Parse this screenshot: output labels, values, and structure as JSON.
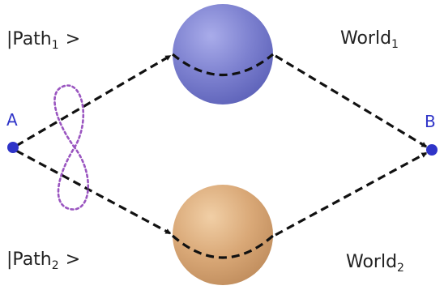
{
  "colors": {
    "point": "#2f34c8",
    "sphere_top": "#7c80cf",
    "sphere_bottom": "#d9a877",
    "loop": "#9a55c0",
    "arrow": "#111111",
    "text": "#222222"
  },
  "labels": {
    "point_a": "A",
    "point_b": "B",
    "path1": {
      "bar": "|",
      "word": "Path",
      "sub": "1",
      "angle": ">"
    },
    "path2": {
      "bar": "|",
      "word": "Path",
      "sub": "2",
      "angle": ">"
    },
    "world1": {
      "word": "World",
      "sub": "1"
    },
    "world2": {
      "word": "World",
      "sub": "2"
    }
  }
}
